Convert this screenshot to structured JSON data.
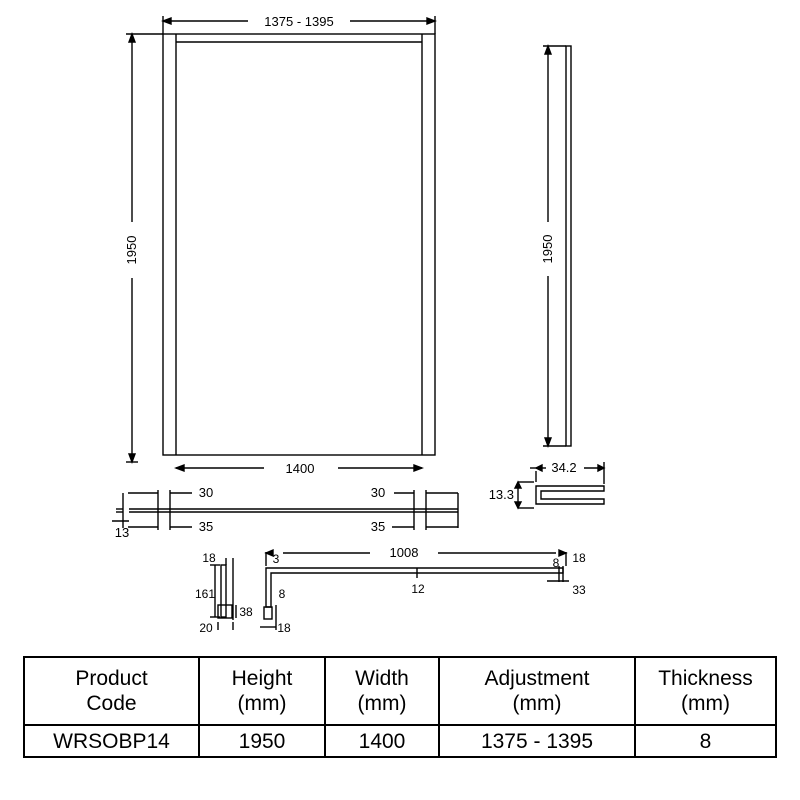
{
  "dimensions": {
    "adjustment": "1375 - 1395",
    "height_left": "1950",
    "height_side": "1950",
    "width": "1400",
    "profile_width": "34.2",
    "profile_height": "13.3",
    "rail_30_left": "30",
    "rail_30_right": "30",
    "rail_35_left": "35",
    "rail_35_right": "35",
    "rail_13": "13",
    "bracket_18_top": "18",
    "bracket_161": "161",
    "bracket_20": "20",
    "bracket_38": "38",
    "foot_8": "8",
    "foot_18": "18",
    "bar_3": "3",
    "bar_1008": "1008",
    "bar_8": "8",
    "bar_18": "18",
    "bar_12": "12",
    "bar_33": "33"
  },
  "table": {
    "headers": [
      [
        "Product",
        "Code"
      ],
      [
        "Height",
        "(mm)"
      ],
      [
        "Width",
        "(mm)"
      ],
      [
        "Adjustment",
        "(mm)"
      ],
      [
        "Thickness",
        "(mm)"
      ]
    ],
    "row": [
      "WRSOBP14",
      "1950",
      "1400",
      "1375 - 1395",
      "8"
    ]
  }
}
